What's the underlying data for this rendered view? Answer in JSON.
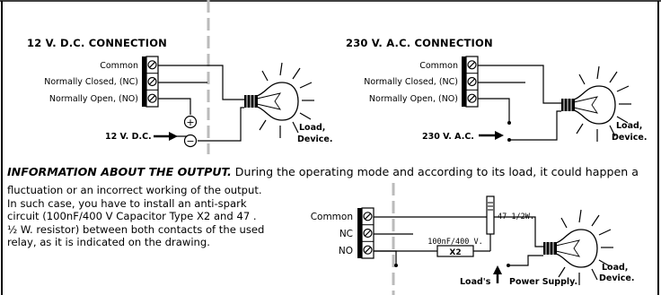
{
  "dc_section": {
    "title": "12 V. D.C. CONNECTION",
    "terminals": [
      "Common",
      "Normally Closed, (NC)",
      "Normally Open, (NO)"
    ],
    "supply_label": "12 V. D.C.",
    "plus_symbol": "+",
    "minus_symbol": "−",
    "load_label_1": "Load,",
    "load_label_2": "Device."
  },
  "ac_section": {
    "title": "230 V. A.C. CONNECTION",
    "terminals": [
      "Common",
      "Normally Closed, (NC)",
      "Normally Open, (NO)"
    ],
    "supply_label": "230 V. A.C.",
    "load_label_1": "Load,",
    "load_label_2": "Device."
  },
  "info": {
    "lead": "INFORMATION ABOUT THE OUTPUT.",
    "line1_rest": " During the operating mode and according to its load, it could happen a",
    "paragraph": [
      "fluctuation or an incorrect working of the output.",
      "In such case, you have to install an anti-spark",
      "circuit (100nF/400 V Capacitor Type X2 and 47   .",
      "½ W. resistor) between both contacts of the used",
      "relay, as it is indicated on the drawing."
    ]
  },
  "snubber_section": {
    "terminals": [
      "Common",
      "NC",
      "NO"
    ],
    "resistor_label": "47   1/2W.",
    "capacitor_value": "100nF/400 V.",
    "capacitor_type": "X2",
    "loads_label": "Load's",
    "power_label": "Power Supply.",
    "load_label_1": "Load,",
    "load_label_2": "Device."
  }
}
